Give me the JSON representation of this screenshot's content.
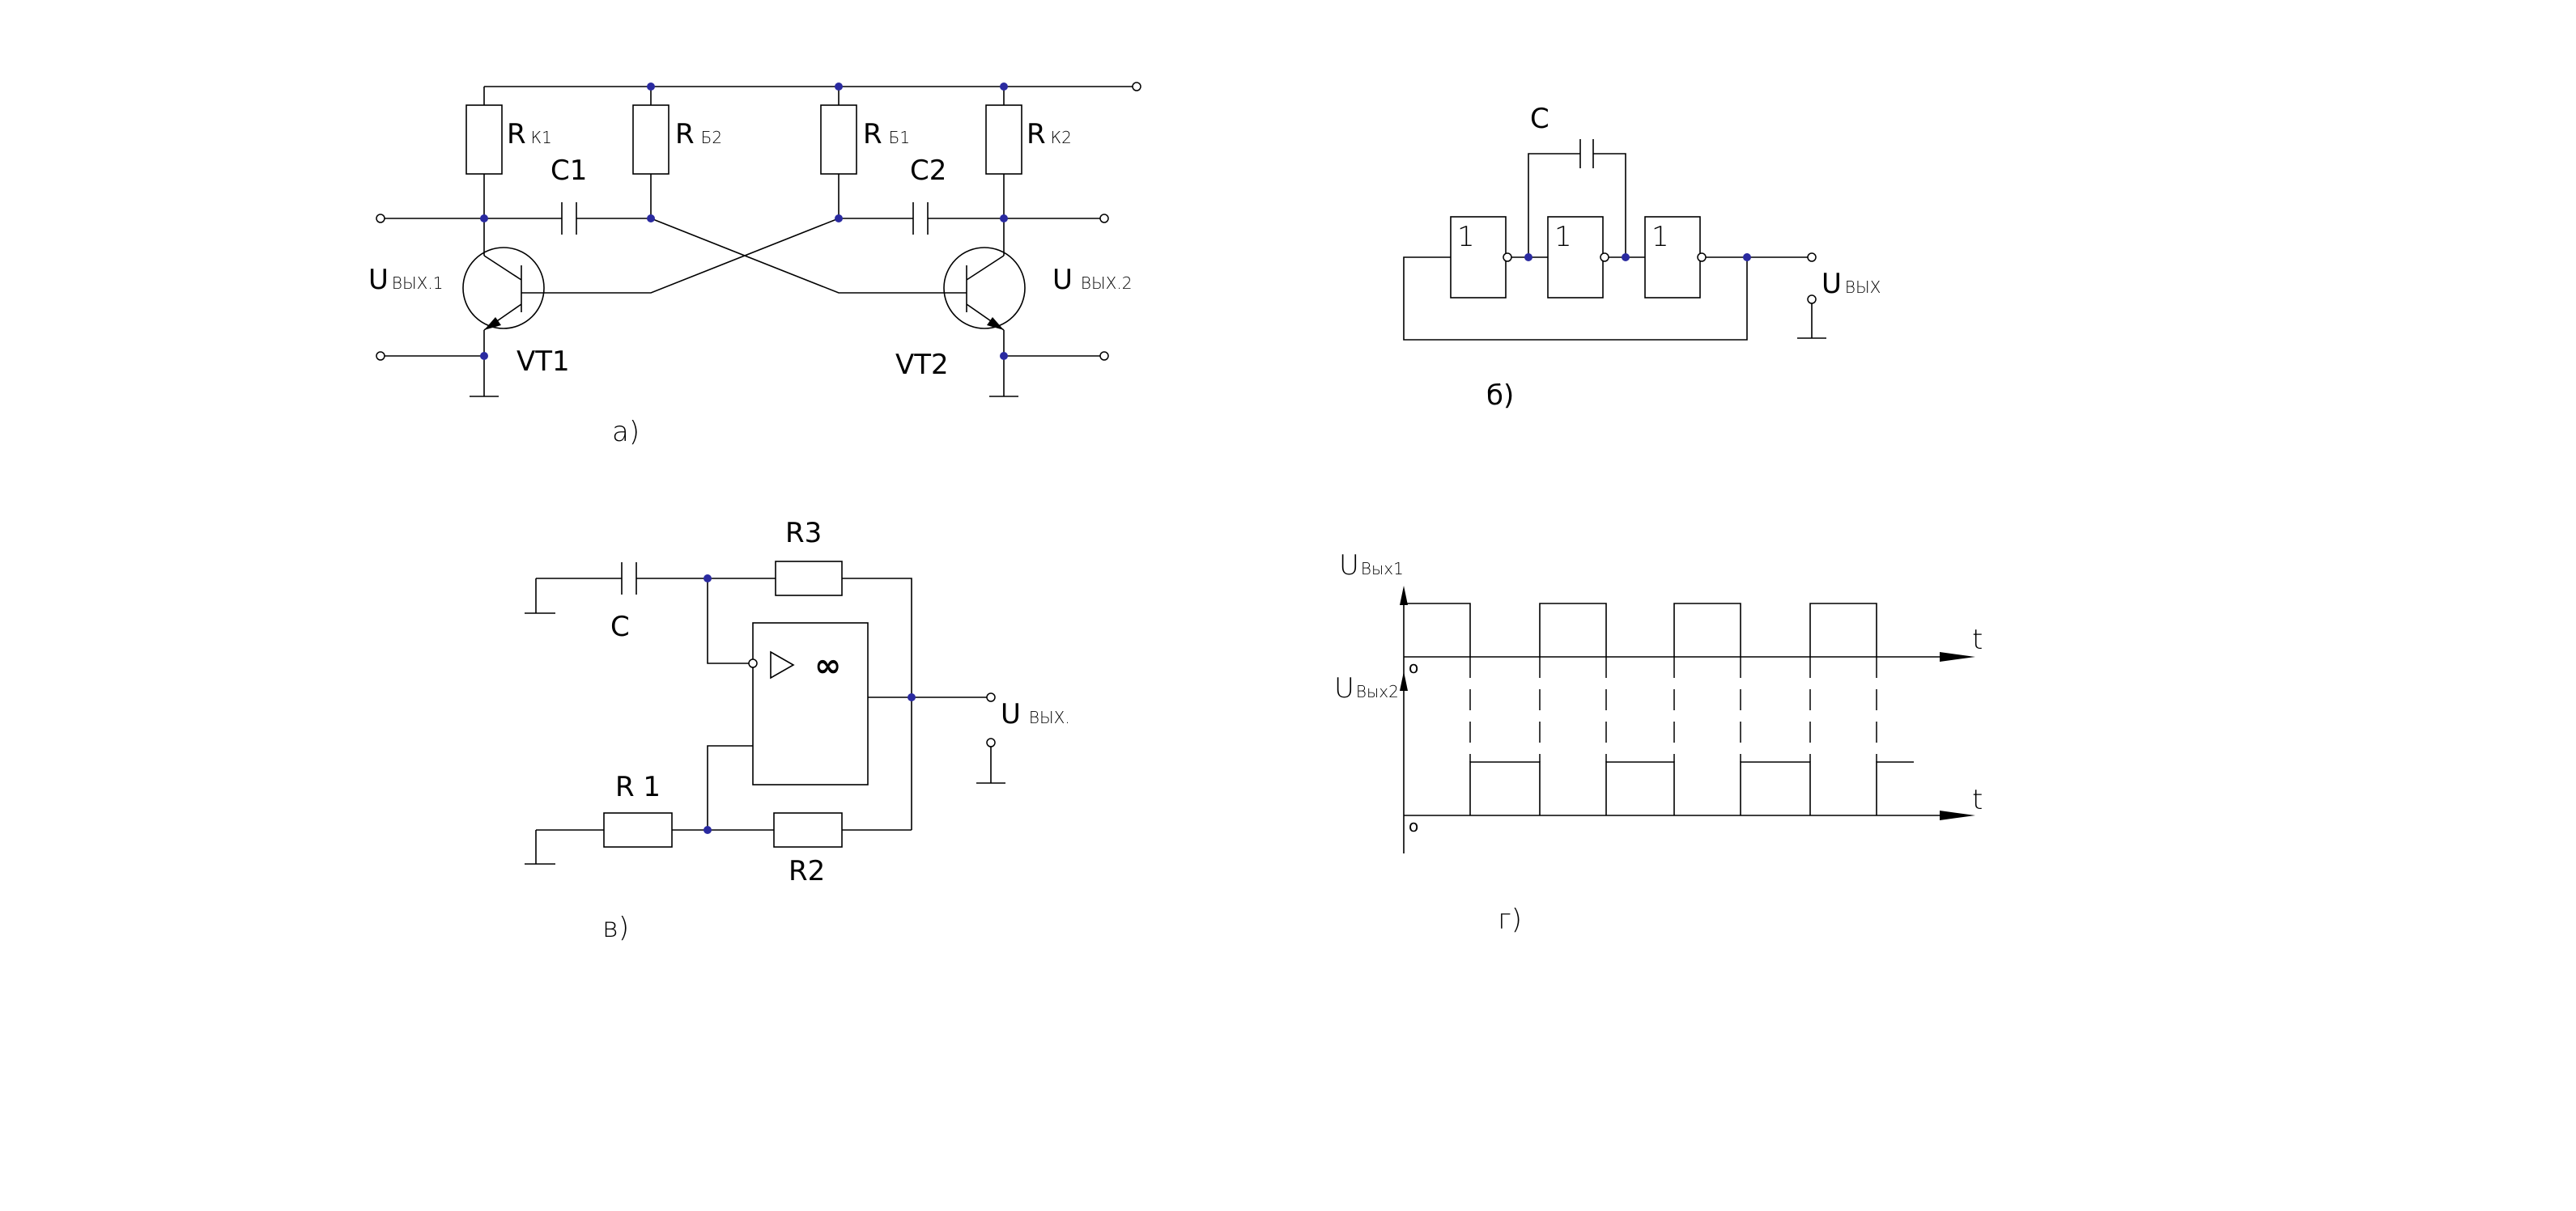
{
  "colors": {
    "wire": "#000000",
    "node": "#2a2aa0",
    "background": "#ffffff"
  },
  "panel_a": {
    "caption": "а)",
    "rk1": {
      "main": "R",
      "sub": "К1"
    },
    "rb2": {
      "main": "R",
      "sub": "Б2"
    },
    "rb1": {
      "main": "R",
      "sub": "Б1"
    },
    "rk2": {
      "main": "R",
      "sub": "К2"
    },
    "c1": "C1",
    "c2": "C2",
    "uout1": {
      "main": "U",
      "sub": "ВЫХ.1"
    },
    "uout2": {
      "main": "U",
      "sub": "ВЫХ.2"
    },
    "vt1": "VT1",
    "vt2": "VT2"
  },
  "panel_b": {
    "caption": "б)",
    "cap": "C",
    "gate_label": "1",
    "uout": {
      "main": "U",
      "sub": "ВЫХ"
    }
  },
  "panel_v": {
    "caption": "в)",
    "r3": "R3",
    "c": "C",
    "r1": "R 1",
    "r2": "R2",
    "inf": "∞",
    "uout": {
      "main": "U",
      "sub": "ВЫХ."
    }
  },
  "panel_g": {
    "caption": "г)",
    "u1": {
      "main": "U",
      "sub": "Вых1"
    },
    "u2": {
      "main": "U",
      "sub": "Вых2"
    },
    "t": "t",
    "origin": "o"
  }
}
